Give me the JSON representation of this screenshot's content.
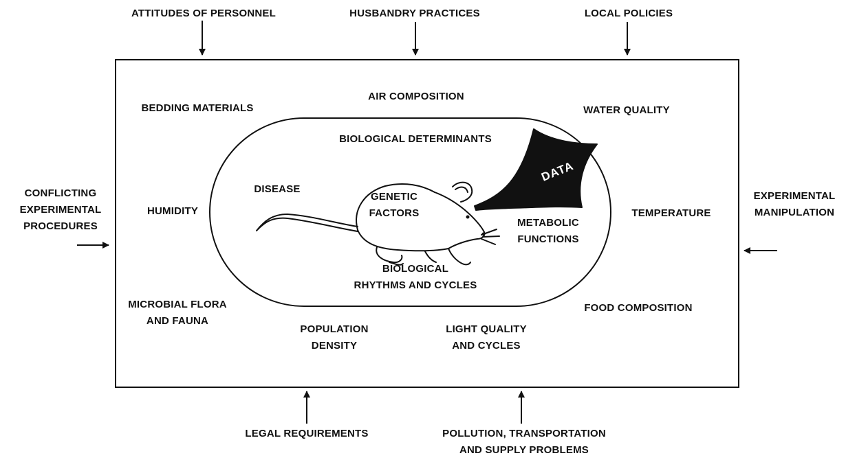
{
  "external": {
    "attitudes": "ATTITUDES OF PERSONNEL",
    "husbandry": "HUSBANDRY PRACTICES",
    "local_policies": "LOCAL POLICIES",
    "conflicting": [
      "CONFLICTING",
      "EXPERIMENTAL",
      "PROCEDURES"
    ],
    "experimental_manipulation": [
      "EXPERIMENTAL",
      "MANIPULATION"
    ],
    "legal": "LEGAL REQUIREMENTS",
    "pollution": [
      "POLLUTION, TRANSPORTATION",
      "AND SUPPLY PROBLEMS"
    ]
  },
  "environment": {
    "bedding": "BEDDING MATERIALS",
    "air": "AIR COMPOSITION",
    "water": "WATER QUALITY",
    "humidity": "HUMIDITY",
    "temperature": "TEMPERATURE",
    "microbial": [
      "MICROBIAL FLORA",
      "AND FAUNA"
    ],
    "population": [
      "POPULATION",
      "DENSITY"
    ],
    "light": [
      "LIGHT QUALITY",
      "AND CYCLES"
    ],
    "food": "FOOD COMPOSITION"
  },
  "biological": {
    "determinants": "BIOLOGICAL DETERMINANTS",
    "disease": "DISEASE",
    "genetic": [
      "GENETIC",
      "FACTORS"
    ],
    "metabolic": [
      "METABOLIC",
      "FUNCTIONS"
    ],
    "rhythms": [
      "BIOLOGICAL",
      "RHYTHMS AND CYCLES"
    ]
  },
  "data_label": "DATA",
  "icons": {
    "animal": "mouse-icon",
    "output": "data-horn-icon"
  }
}
